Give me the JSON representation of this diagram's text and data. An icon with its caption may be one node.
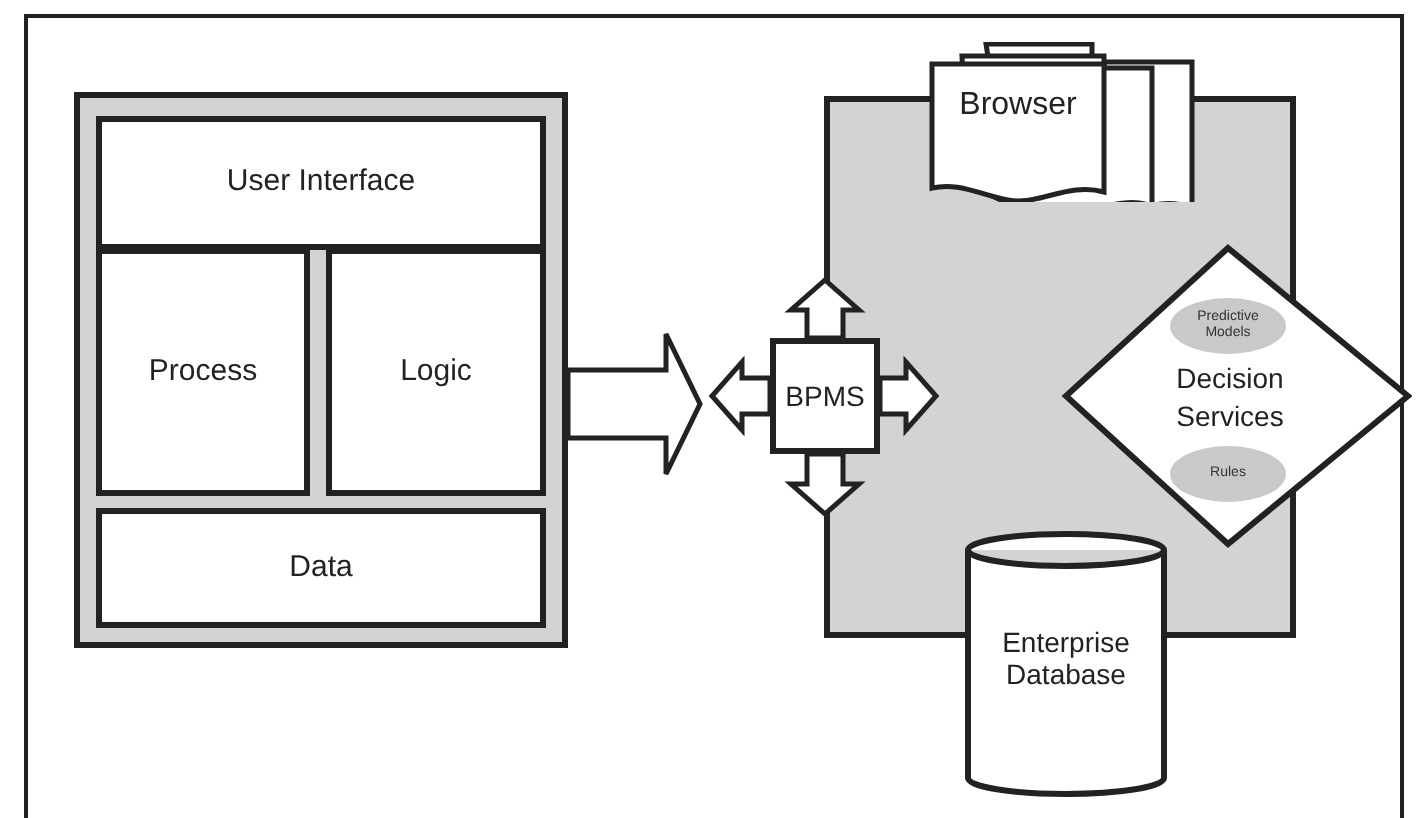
{
  "diagram": {
    "nodes": [
      {
        "text": [],
        "shape": "box"
      },
      {
        "text": [
          "User Interface"
        ],
        "in": 0
      },
      {
        "text": [
          "Process"
        ],
        "in": 0
      },
      {
        "text": [
          "Logic"
        ],
        "in": 0
      },
      {
        "text": [
          "Data"
        ],
        "in": 0
      },
      {
        "text": [],
        "shape": "box"
      },
      {
        "text": [
          "Browser"
        ]
      },
      {
        "text": [
          "BPMS"
        ]
      },
      {
        "text": [
          "Decision Services"
        ]
      },
      {
        "text": [
          "Predictive Models"
        ]
      },
      {
        "text": [
          "Rules"
        ]
      },
      {
        "text": [
          "Enterprise Database"
        ]
      }
    ],
    "edges": [
      {
        "from": 0,
        "to": 7,
        "arrow": "to"
      },
      {
        "from": 7,
        "to": null,
        "arrow": "to"
      },
      {
        "from": 7,
        "to": null,
        "arrow": "to"
      },
      {
        "from": 7,
        "to": null,
        "arrow": "to"
      },
      {
        "from": 7,
        "to": null,
        "arrow": "to"
      }
    ]
  }
}
